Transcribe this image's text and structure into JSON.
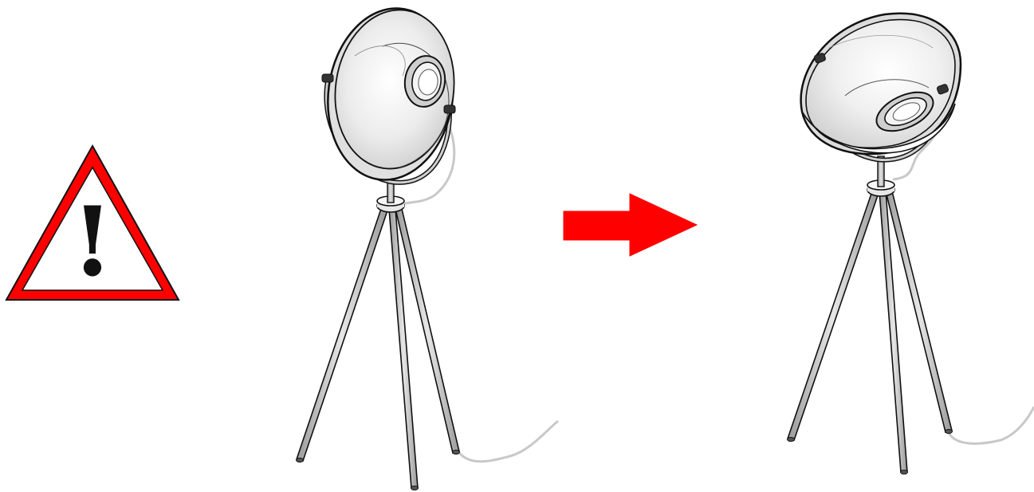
{
  "warning": {
    "symbol": "!",
    "icon": "warning-triangle-icon",
    "border_color": "#ff0000",
    "fill_color": "#ffffff",
    "glyph_color": "#111111"
  },
  "arrow": {
    "icon": "arrow-right-icon",
    "color": "#ff0000"
  },
  "lamps": [
    {
      "name": "lamp-before",
      "state": "shade-upright"
    },
    {
      "name": "lamp-after",
      "state": "shade-tilted"
    }
  ],
  "colors": {
    "outline": "#111111",
    "shade_light": "#f2f2f2",
    "shade_mid": "#d8d8d8",
    "leg": "#bdbdbd",
    "cable": "#c8c8c8"
  }
}
